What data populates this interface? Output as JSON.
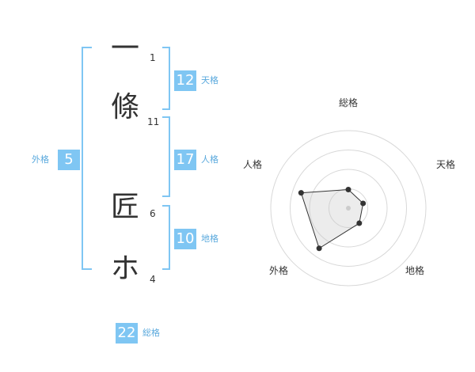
{
  "characters": [
    {
      "char": "一",
      "strokes": "1"
    },
    {
      "char": "條",
      "strokes": "11"
    },
    {
      "char": "匠",
      "strokes": "6"
    },
    {
      "char": "ホ",
      "strokes": "4"
    }
  ],
  "kakusu": {
    "tenkaku": {
      "value": "12",
      "label": "天格"
    },
    "jinkaku": {
      "value": "17",
      "label": "人格"
    },
    "chikaku": {
      "value": "10",
      "label": "地格"
    },
    "gaikaku": {
      "value": "5",
      "label": "外格"
    },
    "soukaku": {
      "value": "22",
      "label": "総格"
    }
  },
  "accent_color": "#7fc6f3",
  "chart_data": {
    "type": "radar",
    "axes": [
      "総格",
      "天格",
      "地格",
      "外格",
      "人格"
    ],
    "values": [
      1.2,
      1.0,
      1.2,
      3.2,
      3.2
    ],
    "max": 5,
    "rings": 4,
    "grid": true
  }
}
